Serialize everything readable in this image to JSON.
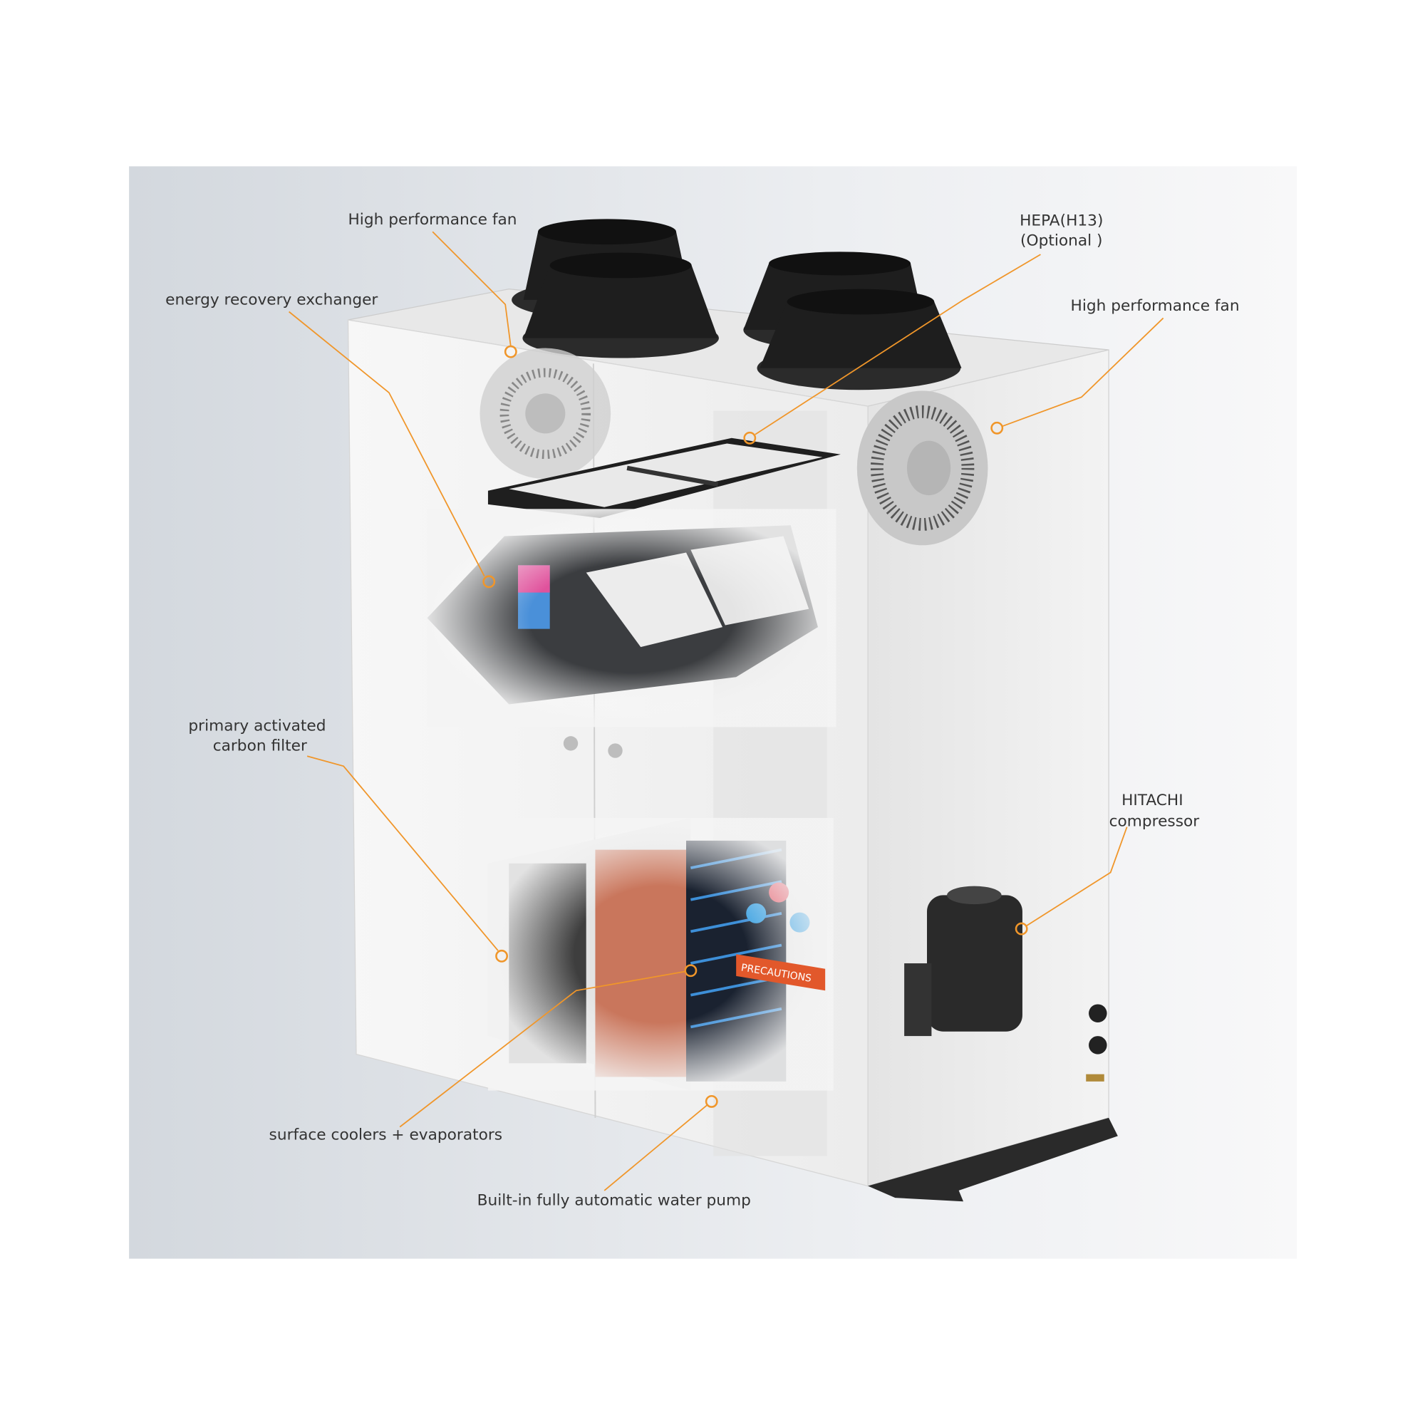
{
  "labels": {
    "fan_left": "High performance fan",
    "hepa_line1": "HEPA(H13)",
    "hepa_line2": "(Optional )",
    "fan_right": "High performance fan",
    "energy": "energy recovery exchanger",
    "carbon_line1": "primary activated",
    "carbon_line2": "carbon filter",
    "compressor_line1": "HITACHI",
    "compressor_line2": "compressor",
    "coolers": "surface coolers + evaporators",
    "pump": "Built-in fully automatic water pump"
  },
  "device": {
    "warning_strip": "PRECAUTIONS"
  },
  "colors": {
    "accent": "#f0962a",
    "background": "#dfe2e6",
    "warning": "#e2582b"
  }
}
